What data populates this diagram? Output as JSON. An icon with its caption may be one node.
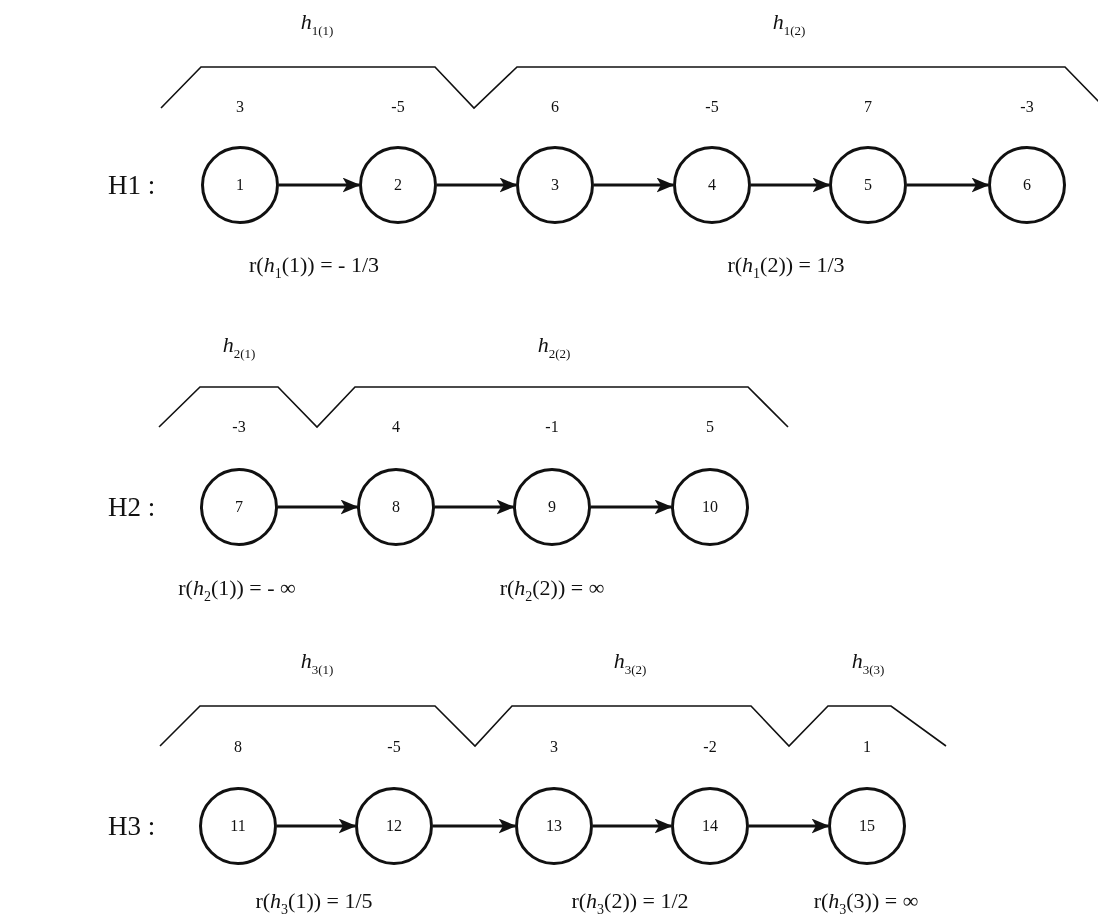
{
  "diagram": {
    "nodes": [
      {
        "text": [
          "1"
        ],
        "beside": [
          "3"
        ]
      },
      {
        "text": [
          "2"
        ],
        "beside": [
          "-5"
        ]
      },
      {
        "text": [
          "3"
        ],
        "beside": [
          "6"
        ]
      },
      {
        "text": [
          "4"
        ],
        "beside": [
          "-5"
        ]
      },
      {
        "text": [
          "5"
        ],
        "beside": [
          "7"
        ]
      },
      {
        "text": [
          "6"
        ],
        "beside": [
          "-3"
        ]
      },
      {
        "text": [
          "7"
        ],
        "beside": [
          "-3"
        ]
      },
      {
        "text": [
          "8"
        ],
        "beside": [
          "4"
        ]
      },
      {
        "text": [
          "9"
        ],
        "beside": [
          "-1"
        ]
      },
      {
        "text": [
          "10"
        ],
        "beside": [
          "5"
        ]
      },
      {
        "text": [
          "11"
        ],
        "beside": [
          "8"
        ]
      },
      {
        "text": [
          "12"
        ],
        "beside": [
          "-5"
        ]
      },
      {
        "text": [
          "13"
        ],
        "beside": [
          "3"
        ]
      },
      {
        "text": [
          "14"
        ],
        "beside": [
          "-2"
        ]
      },
      {
        "text": [
          "15"
        ],
        "beside": [
          "1"
        ]
      }
    ],
    "edges": [
      {
        "from": 0,
        "to": 1,
        "arrow": "to"
      },
      {
        "from": 1,
        "to": 2,
        "arrow": "to"
      },
      {
        "from": 2,
        "to": 3,
        "arrow": "to"
      },
      {
        "from": 3,
        "to": 4,
        "arrow": "to"
      },
      {
        "from": 4,
        "to": 5,
        "arrow": "to"
      },
      {
        "from": 6,
        "to": 7,
        "arrow": "to"
      },
      {
        "from": 7,
        "to": 8,
        "arrow": "to"
      },
      {
        "from": 8,
        "to": 9,
        "arrow": "to"
      },
      {
        "from": 10,
        "to": 11,
        "arrow": "to"
      },
      {
        "from": 11,
        "to": 12,
        "arrow": "to"
      },
      {
        "from": 12,
        "to": 13,
        "arrow": "to"
      },
      {
        "from": 13,
        "to": 14,
        "arrow": "to"
      }
    ],
    "labels": [
      "*h*$_{1(1)}$",
      "*h*$_{1(2)}$",
      "H1 :",
      "r(*h*$_{1}$(1)) = - 1/3",
      "r(*h*$_{1}$(2)) = 1/3",
      "*h*$_{2(1)}$",
      "*h*$_{2(2)}$",
      "H2 :",
      "r(*h*$_{2}$(1)) = - ∞",
      "r(*h*$_{2}$(2)) = ∞",
      "*h*$_{3(1)}$",
      "*h*$_{3(2)}$",
      "*h*$_{3(3)}$",
      "H3 :",
      "r(*h*$_{3}$(1)) = 1/5",
      "r(*h*$_{3}$(2)) = 1/2",
      "r(*h*$_{3}$(3)) = ∞"
    ]
  }
}
